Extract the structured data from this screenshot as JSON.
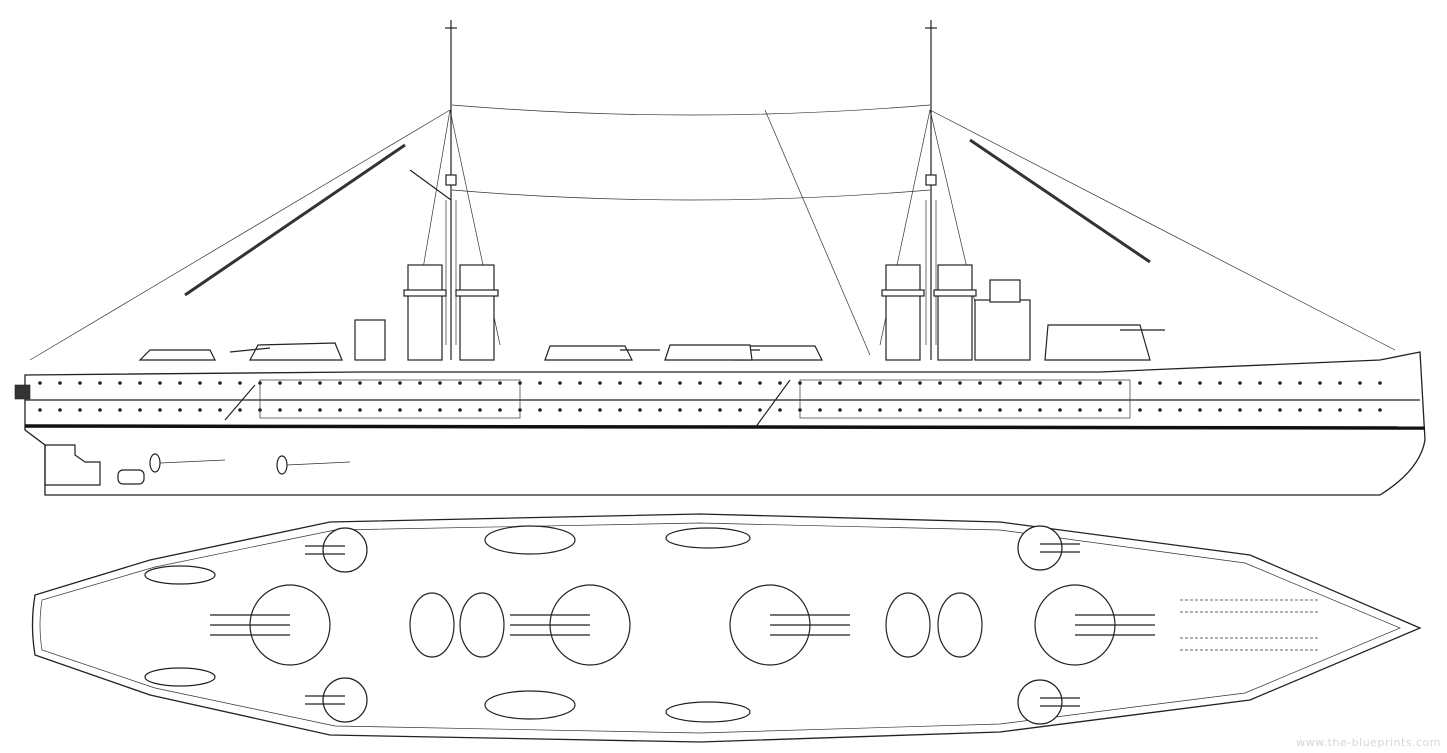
{
  "drawing": {
    "views": [
      "side-profile",
      "deck-plan"
    ],
    "colors": {
      "line": "#222222",
      "background": "#ffffff",
      "watermark": "#d6d6d6"
    }
  },
  "watermark": "www.the-blueprints.com"
}
